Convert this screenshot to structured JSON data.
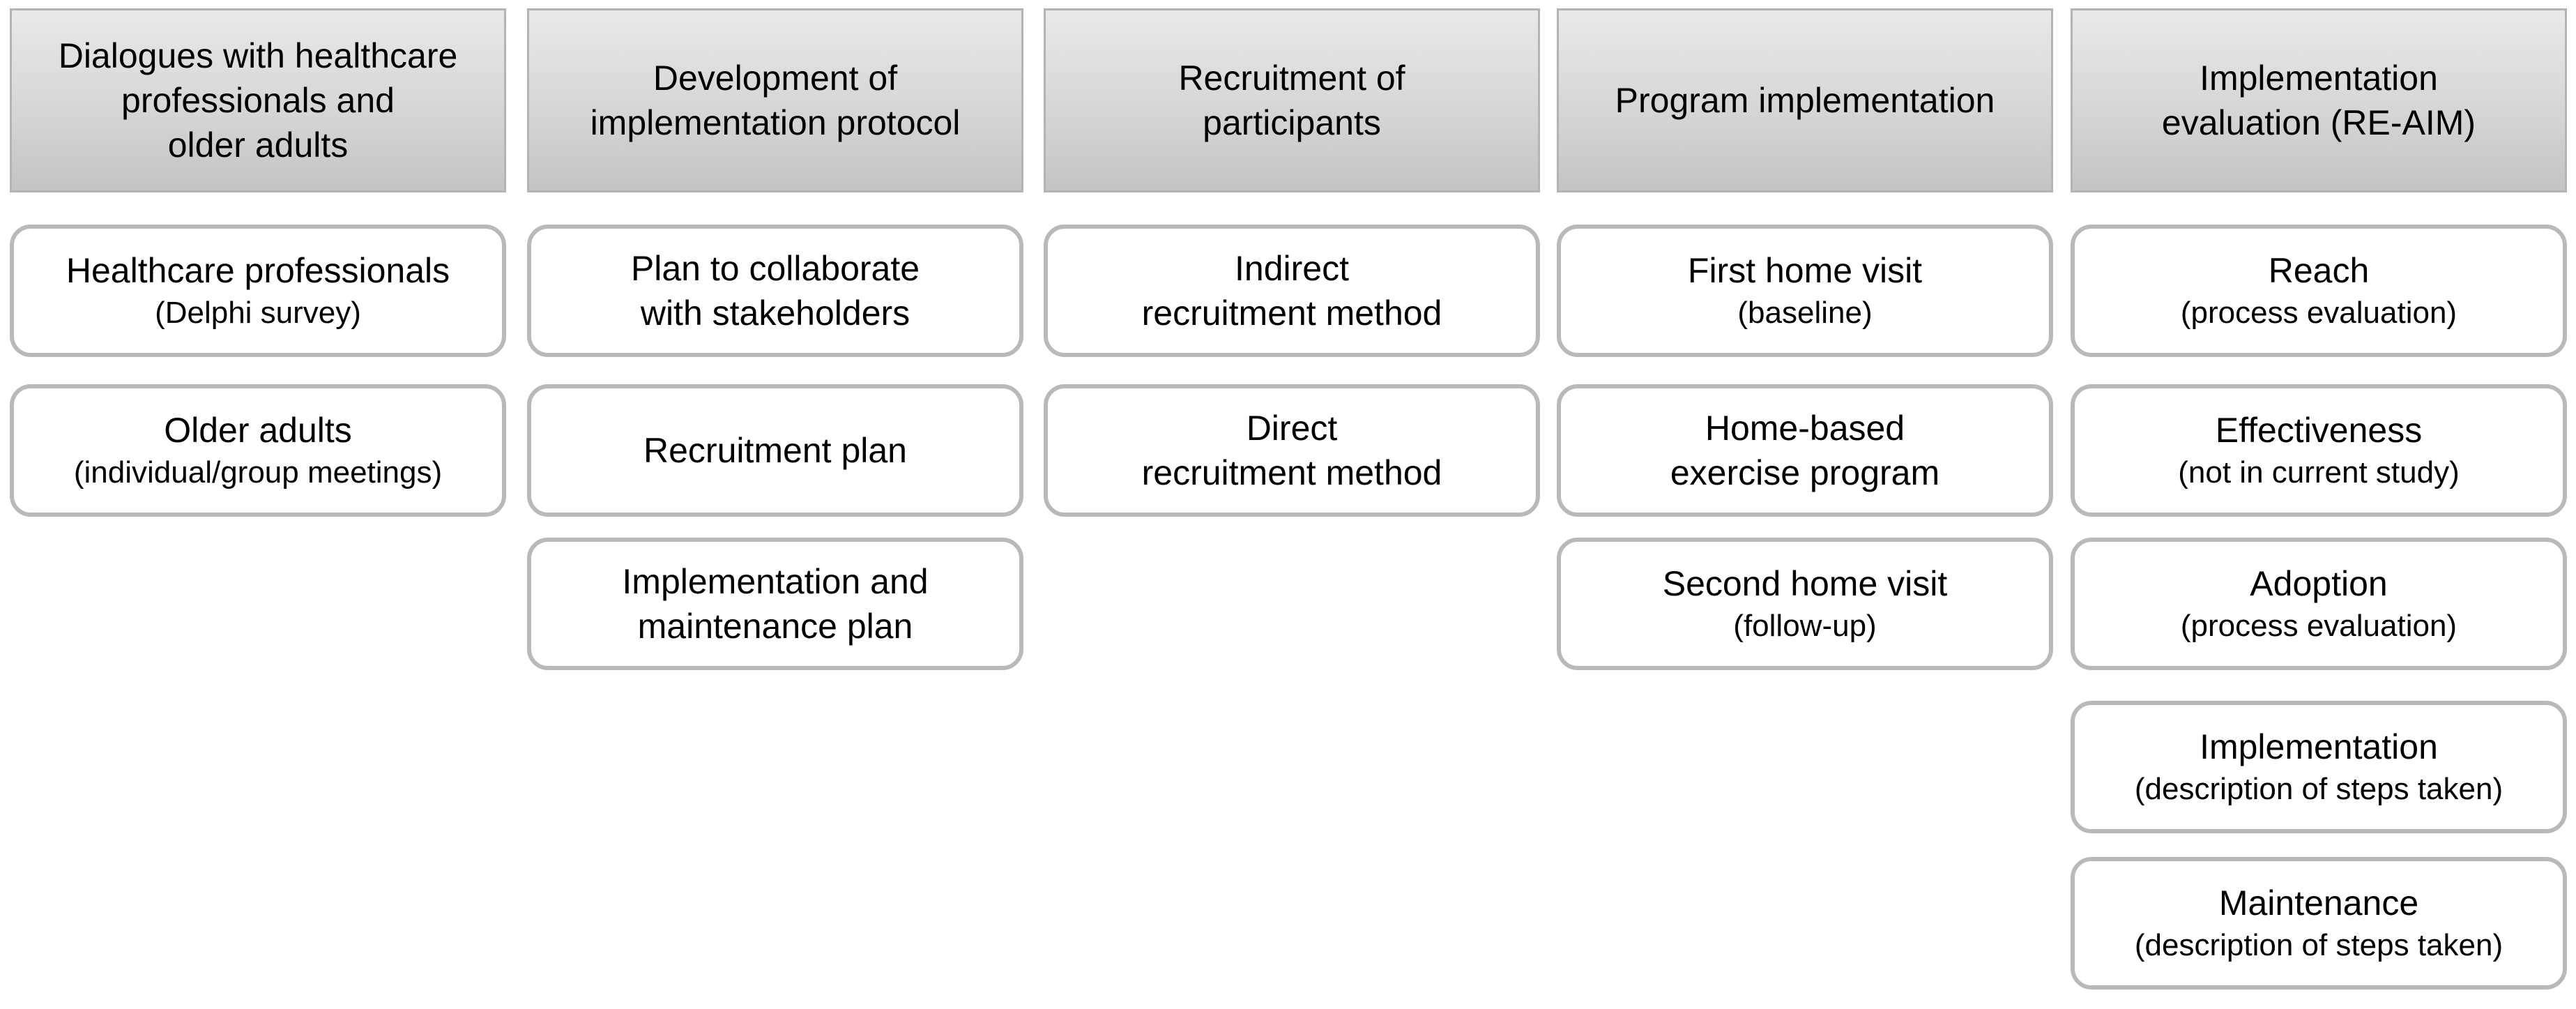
{
  "columns": [
    {
      "header": [
        "Dialogues with healthcare",
        "professionals and",
        "older adults"
      ],
      "items": [
        {
          "title": [
            "Healthcare professionals"
          ],
          "subtitle": "(Delphi  survey)"
        },
        {
          "title": [
            "Older adults"
          ],
          "subtitle": "(individual/group  meetings)"
        }
      ]
    },
    {
      "header": [
        "Development of",
        "implementation protocol"
      ],
      "items": [
        {
          "title": [
            "Plan to collaborate",
            "with stakeholders"
          ],
          "subtitle": ""
        },
        {
          "title": [
            "Recruitment plan"
          ],
          "subtitle": ""
        },
        {
          "title": [
            "Implementation and",
            "maintenance plan"
          ],
          "subtitle": ""
        }
      ]
    },
    {
      "header": [
        "Recruitment of",
        "participants"
      ],
      "items": [
        {
          "title": [
            "Indirect",
            "recruitment method"
          ],
          "subtitle": ""
        },
        {
          "title": [
            "Direct",
            "recruitment method"
          ],
          "subtitle": ""
        }
      ]
    },
    {
      "header": [
        "Program implementation"
      ],
      "items": [
        {
          "title": [
            "First home visit"
          ],
          "subtitle": "(baseline)"
        },
        {
          "title": [
            "Home-based",
            "exercise program"
          ],
          "subtitle": ""
        },
        {
          "title": [
            "Second home visit"
          ],
          "subtitle": "(follow-up)"
        }
      ]
    },
    {
      "header": [
        "Implementation",
        "evaluation (RE-AIM)"
      ],
      "items": [
        {
          "title": [
            "Reach"
          ],
          "subtitle": "(process  evaluation)"
        },
        {
          "title": [
            "Effectiveness"
          ],
          "subtitle": "(not in  current  study)"
        },
        {
          "title": [
            "Adoption"
          ],
          "subtitle": "(process  evaluation)"
        },
        {
          "title": [
            "Implementation"
          ],
          "subtitle": "(description  of steps taken)"
        },
        {
          "title": [
            "Maintenance"
          ],
          "subtitle": "(description  of steps taken)"
        }
      ]
    }
  ]
}
